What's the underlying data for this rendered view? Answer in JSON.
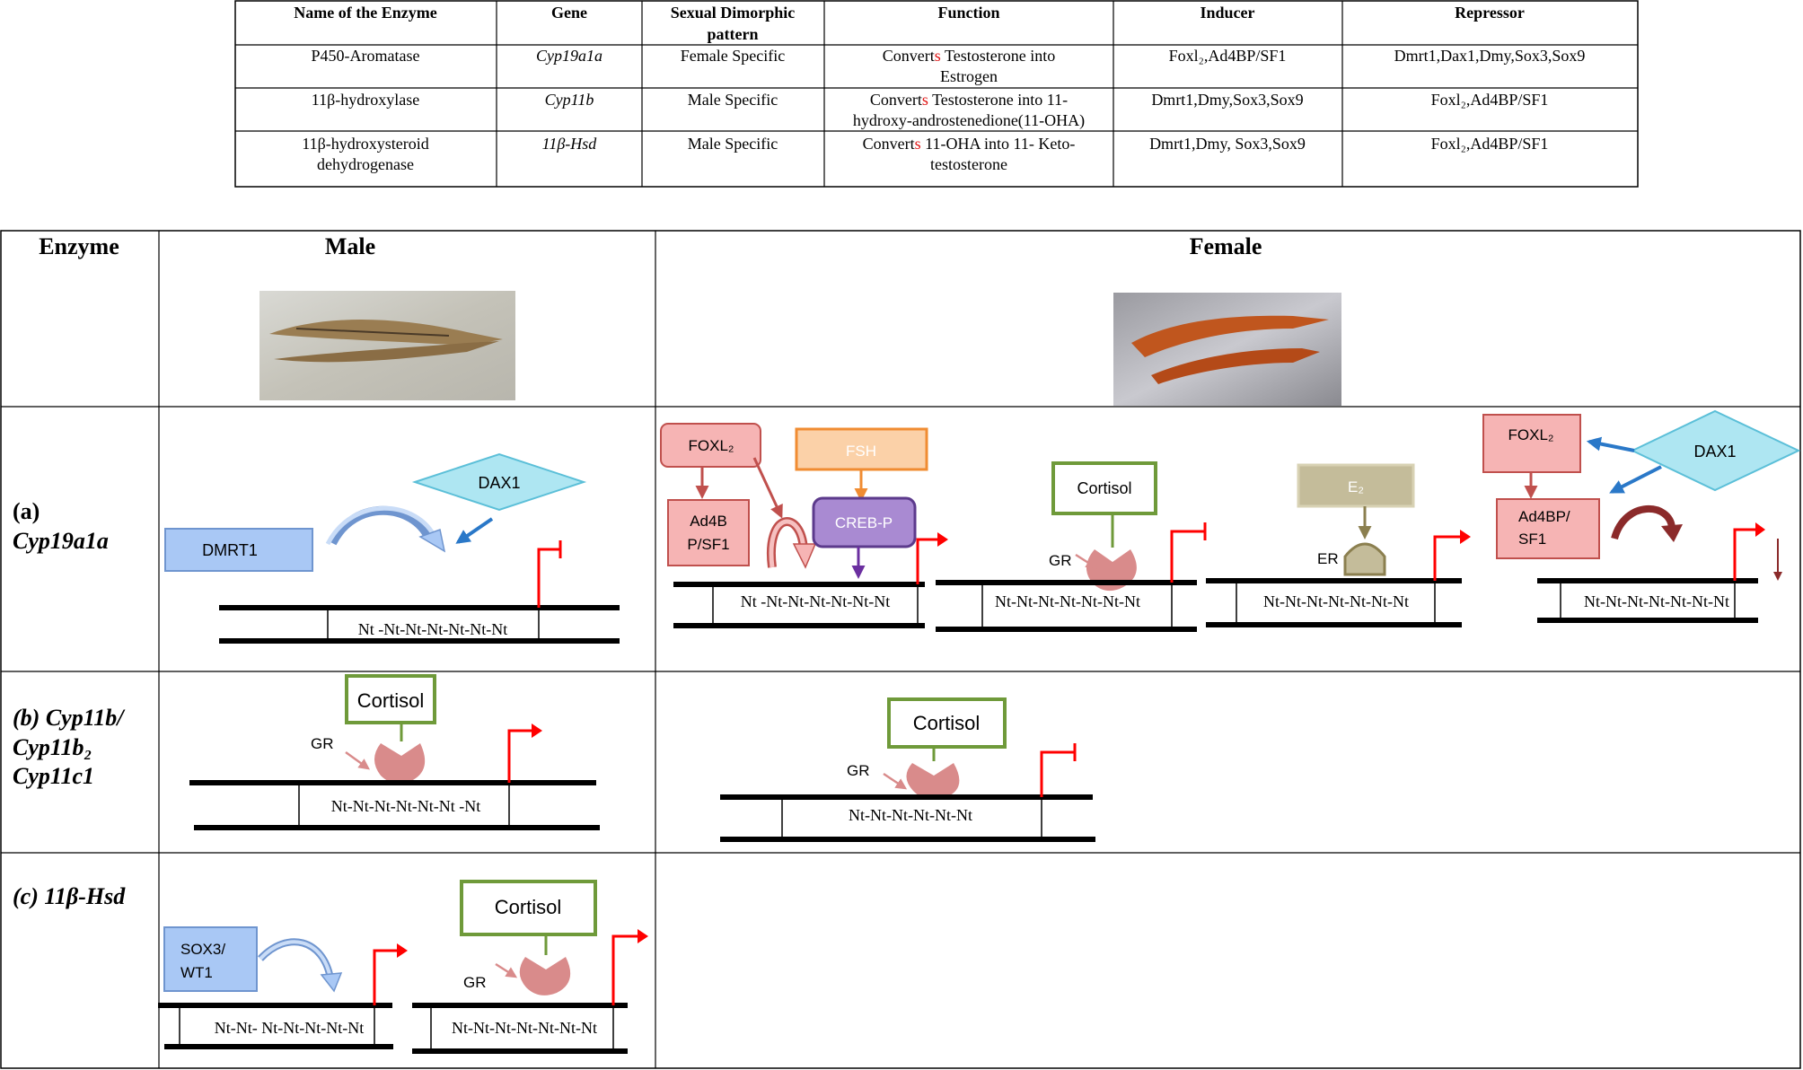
{
  "enzyme_table": {
    "headers": [
      "Name of the Enzyme",
      "Gene",
      "Sexual Dimorphic pattern",
      "Function",
      "Inducer",
      "Repressor"
    ],
    "header_lines": {
      "pattern": [
        "Sexual Dimorphic",
        "pattern"
      ]
    },
    "rows": [
      {
        "name": [
          "P450-Aromatase"
        ],
        "gene": "Cyp19a1a",
        "pattern": "Female Specific",
        "function": [
          [
            "Convert",
            "s",
            " Testosterone into"
          ],
          [
            "Estrogen"
          ]
        ],
        "inducer": "Foxl₂,Ad4BP/SF1",
        "repressor": "Dmrt1,Dax1,Dmy,Sox3,Sox9"
      },
      {
        "name": [
          "11β-hydroxylase"
        ],
        "gene": "Cyp11b",
        "pattern": "Male Specific",
        "function": [
          [
            "Convert",
            "s",
            " Testosterone into 11-"
          ],
          [
            "hydroxy-androstenedione(11-OHA)"
          ]
        ],
        "inducer": "Dmrt1,Dmy,Sox3,Sox9",
        "repressor": "Foxl₂,Ad4BP/SF1"
      },
      {
        "name": [
          "11β-hydroxysteroid",
          "dehydrogenase"
        ],
        "gene": "11β-Hsd",
        "pattern": "Male Specific",
        "function": [
          [
            "Convert",
            "s",
            "  11-OHA into 11- Keto-"
          ],
          [
            "testosterone"
          ]
        ],
        "inducer": "Dmrt1,Dmy, Sox3,Sox9",
        "repressor": "Foxl₂,Ad4BP/SF1"
      }
    ]
  },
  "grid": {
    "col_enzyme": "Enzyme",
    "col_male": "Male",
    "col_female": "Female",
    "row_a": [
      "(a)",
      "Cyp19a1a"
    ],
    "row_b": [
      "(b) Cyp11b/",
      "Cyp11b₂",
      " Cyp11c1"
    ],
    "row_c": "(c) 11β-Hsd"
  },
  "male_a": {
    "dmrt1": "DMRT1",
    "dax1": "DAX1",
    "dna": "Nt -Nt-Nt-Nt-Nt-Nt-Nt"
  },
  "female_a": {
    "foxl2": "FOXL₂",
    "fsh": "FSH",
    "ad4b": [
      "Ad4B",
      "P/SF1"
    ],
    "creb": "CREB-P",
    "dna1": "Nt -Nt-Nt-Nt-Nt-Nt-Nt",
    "cortisol": "Cortisol",
    "gr": "GR",
    "dna2": "Nt-Nt-Nt-Nt-Nt-Nt-Nt",
    "e2": "E₂",
    "er": "ER",
    "dna3": "Nt-Nt-Nt-Nt-Nt-Nt-Nt",
    "foxl2b": "FOXL₂",
    "dax1": "DAX1",
    "ad4bp": [
      "Ad4BP/",
      "SF1"
    ],
    "dna4": "Nt-Nt-Nt-Nt-Nt-Nt-Nt"
  },
  "male_b": {
    "cortisol": "Cortisol",
    "gr": "GR",
    "dna": "Nt-Nt-Nt-Nt-Nt-Nt -Nt"
  },
  "female_b": {
    "cortisol": "Cortisol",
    "gr": "GR",
    "dna": "Nt-Nt-Nt-Nt-Nt-Nt"
  },
  "male_c": {
    "sox3": [
      "SOX3/",
      "WT1"
    ],
    "dna1": "Nt-Nt- Nt-Nt-Nt-Nt-Nt",
    "cortisol": "Cortisol",
    "gr": "GR",
    "dna2": "Nt-Nt-Nt-Nt-Nt-Nt-Nt"
  },
  "colors": {
    "promoter_active": "#ff0000",
    "promoter_blocked": "#ff0000",
    "receptor": "#d98b8b",
    "cortisol_border": "#6f9a3a",
    "dax1_fill": "#aee6f2",
    "dmrt1_fill": "#a9c8f5",
    "foxl2_fill": "#f6b4b4",
    "fsh_border": "#f08c32",
    "creb_fill": "#a98ad2",
    "e2_fill": "#c4bc9a",
    "arrow_blue": "#2a78c8",
    "arrow_red": "#c0504d",
    "arrow_purple": "#6b2fa0"
  }
}
